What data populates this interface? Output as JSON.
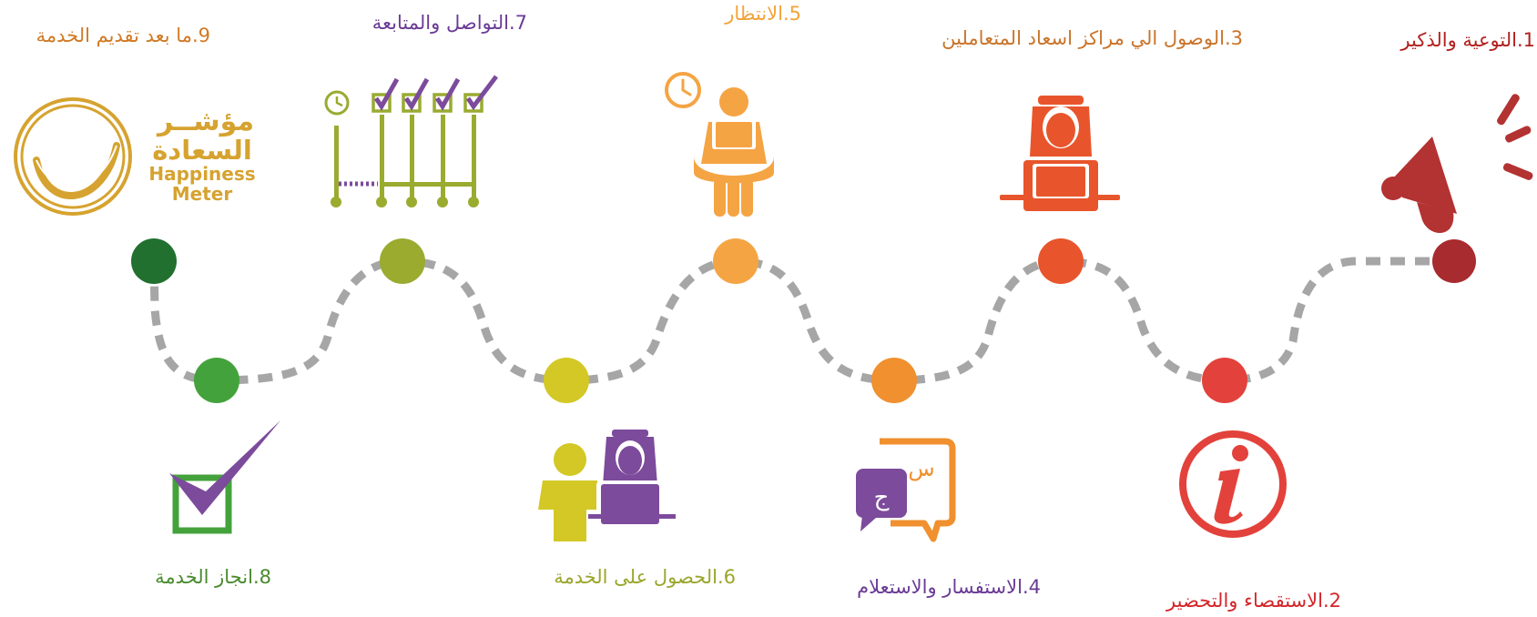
{
  "steps": [
    {
      "label": "1.التوعية والذكير",
      "color": "#b2201e",
      "node_color": "#a82b2f",
      "icon": "megaphone-icon"
    },
    {
      "label": "2.الاستقصاء والتحضير",
      "color": "#d4262a",
      "node_color": "#e2423b",
      "icon": "info-icon"
    },
    {
      "label": "3.الوصول الي مراكز اسعاد المتعاملين",
      "color": "#c9742a",
      "node_color": "#e8552c",
      "icon": "customer-service-person-icon"
    },
    {
      "label": "4.الاستفسار والاستعلام",
      "color": "#6a3b96",
      "node_color": "#f0902e",
      "icon": "chat-bubbles-icon",
      "icon_text": {
        "q": "س",
        "a": "ج"
      }
    },
    {
      "label": "5.الانتظار",
      "color": "#f2a43a",
      "node_color": "#f5a443",
      "icon": "waiting-person-icon"
    },
    {
      "label": "6.الحصول على الخدمة",
      "color": "#9aa62b",
      "node_color": "#d3c825",
      "icon": "service-desk-icon"
    },
    {
      "label": "7.التواصل والمتابعة",
      "color": "#6a3b96",
      "node_color": "#9aab30",
      "icon": "follow-up-checklist-icon"
    },
    {
      "label": "8.انجاز الخدمة",
      "color": "#4a8a2e",
      "node_color": "#44a23c",
      "icon": "checkbox-tick-icon"
    },
    {
      "label": "9.ما بعد تقديم الخدمة",
      "color": "#d07a24",
      "node_color": "#21702f",
      "icon": "happiness-meter-icon"
    }
  ],
  "happiness_meter": {
    "ar_line1": "مؤشــر",
    "ar_line2": "السعادة",
    "en_line1": "Happiness",
    "en_line2": "Meter",
    "color": "#d6a330"
  },
  "path": {
    "color": "#a6a6a6"
  }
}
